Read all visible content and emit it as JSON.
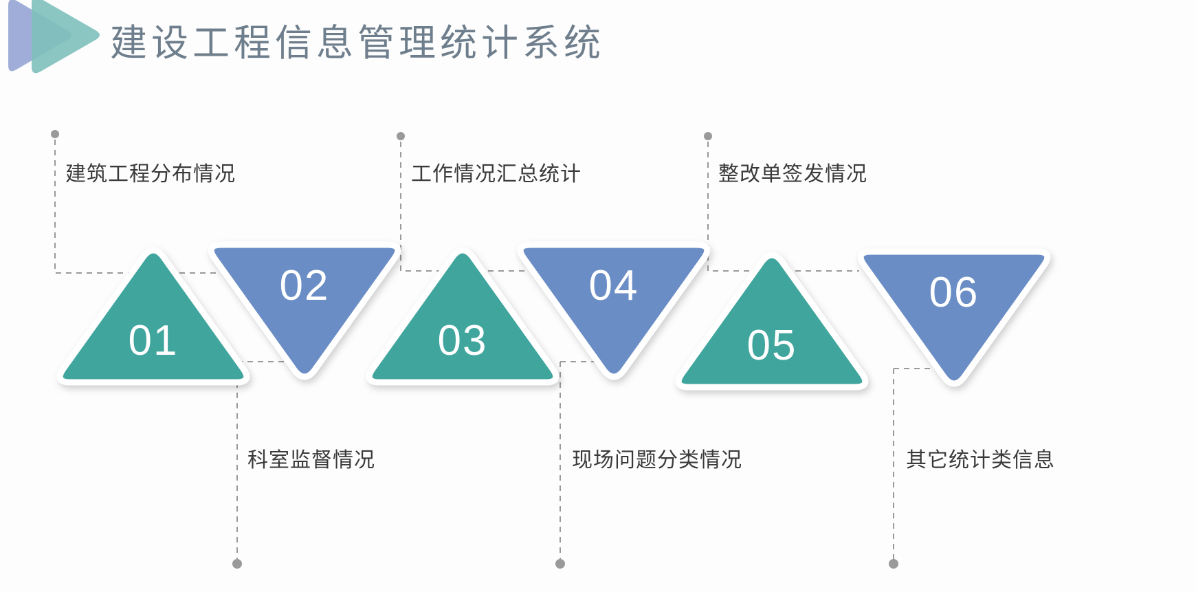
{
  "header": {
    "title": "建设工程信息管理统计系统",
    "logo_name": "play-double-triangle-logo",
    "title_color": "#6e7e8c"
  },
  "theme": {
    "teal": "#41a69d",
    "blue": "#6b8dc5",
    "connector": "#9a9a9a",
    "label_text": "#3a3a3a",
    "background": "#fdfdfd"
  },
  "steps": [
    {
      "number": "01",
      "label": "建筑工程分布情况",
      "color": "#41a69d",
      "direction": "up",
      "label_position": "top"
    },
    {
      "number": "02",
      "label": "科室监督情况",
      "color": "#6b8dc5",
      "direction": "down",
      "label_position": "bottom"
    },
    {
      "number": "03",
      "label": "工作情况汇总统计",
      "color": "#41a69d",
      "direction": "up",
      "label_position": "top"
    },
    {
      "number": "04",
      "label": "现场问题分类情况",
      "color": "#6b8dc5",
      "direction": "down",
      "label_position": "bottom"
    },
    {
      "number": "05",
      "label": "整改单签发情况",
      "color": "#41a69d",
      "direction": "up",
      "label_position": "top"
    },
    {
      "number": "06",
      "label": "其它统计类信息",
      "color": "#6b8dc5",
      "direction": "down",
      "label_position": "bottom"
    }
  ]
}
